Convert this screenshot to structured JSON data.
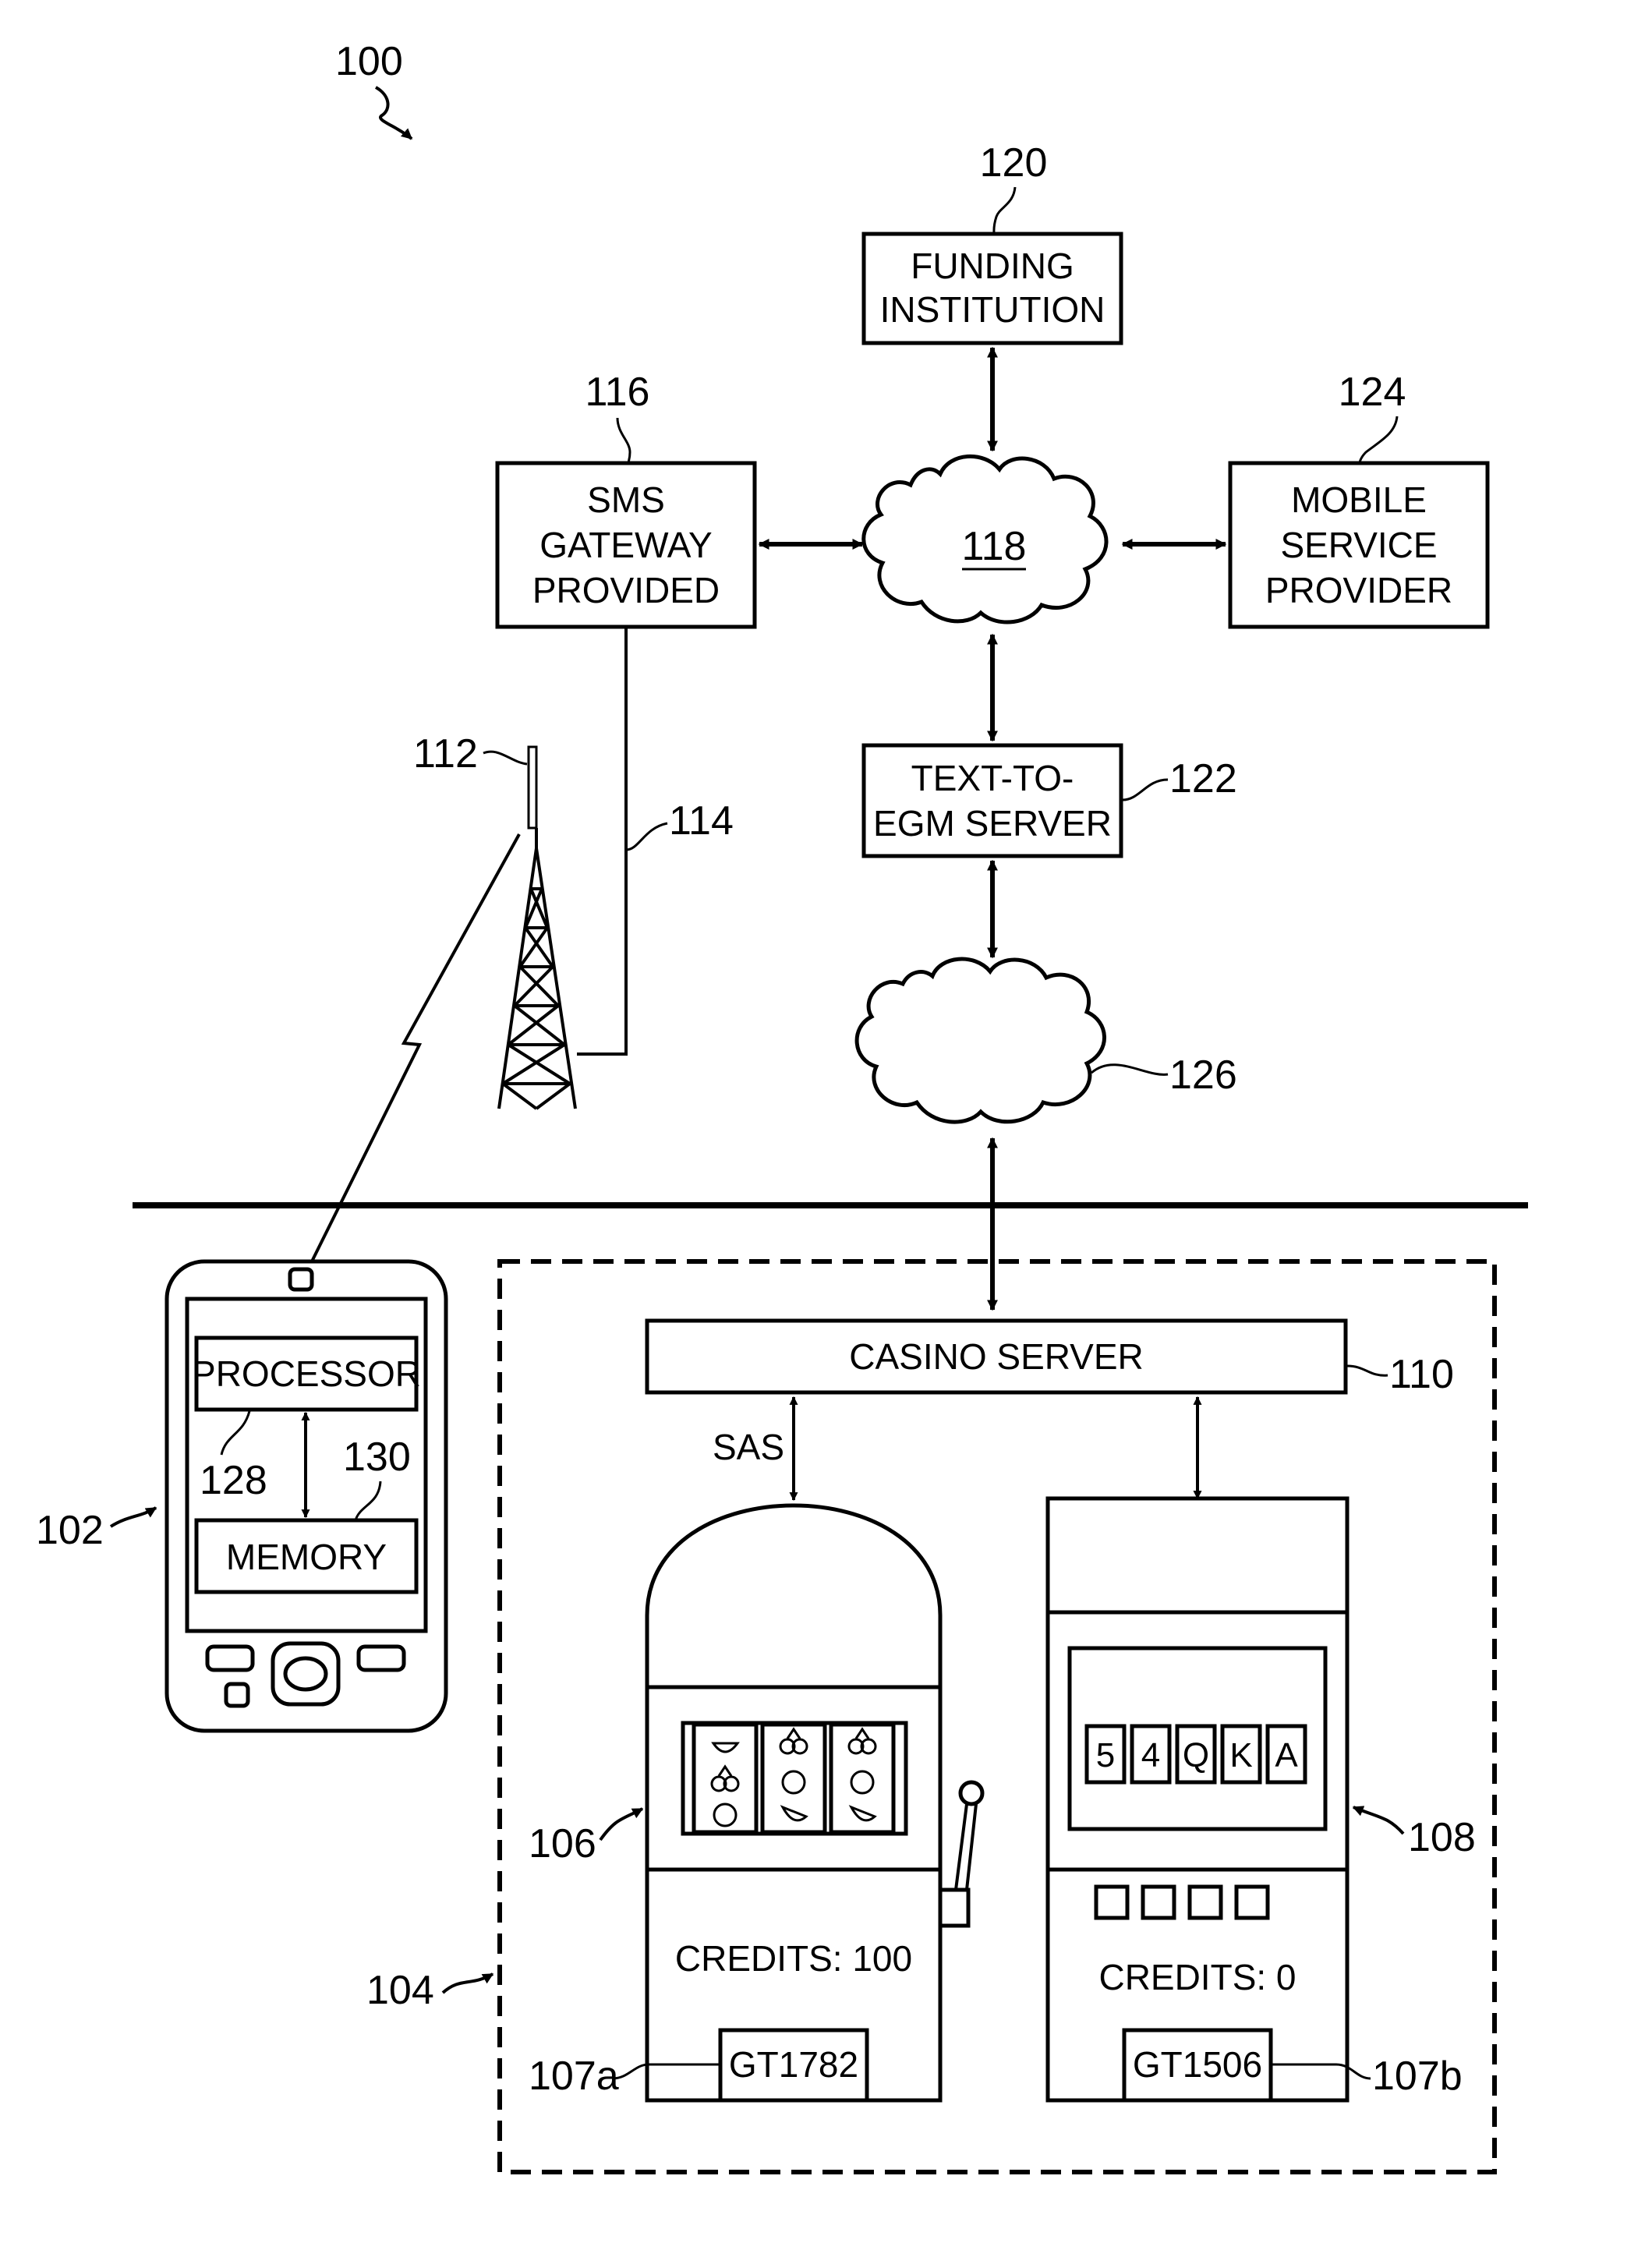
{
  "figure_ref": "100",
  "nodes": {
    "funding": {
      "ref": "120",
      "lines": [
        "FUNDING",
        "INSTITUTION"
      ]
    },
    "sms": {
      "ref": "116",
      "lines": [
        "SMS",
        "GATEWAY",
        "PROVIDED"
      ]
    },
    "network_118": {
      "ref": "118"
    },
    "mobile_provider": {
      "ref": "124",
      "lines": [
        "MOBILE",
        "SERVICE",
        "PROVIDER"
      ]
    },
    "text_to_egm": {
      "ref": "122",
      "lines": [
        "TEXT-TO-",
        "EGM SERVER"
      ]
    },
    "network_126": {
      "ref": "126"
    },
    "tower": {
      "ref": "112",
      "link_ref": "114"
    },
    "casino_server": {
      "ref": "110",
      "label": "CASINO SERVER",
      "protocol": "SAS"
    },
    "casino": {
      "ref": "104"
    },
    "mobile_device": {
      "ref": "102",
      "processor": "PROCESSOR",
      "processor_ref": "128",
      "memory": "MEMORY",
      "memory_ref": "130"
    },
    "slot_machine": {
      "ref": "106",
      "credits": "CREDITS: 100",
      "id": "GT1782",
      "id_ref": "107a"
    },
    "poker_machine": {
      "ref": "108",
      "credits": "CREDITS: 0",
      "id": "GT1506",
      "id_ref": "107b",
      "cards": [
        "5",
        "4",
        "Q",
        "K",
        "A"
      ]
    }
  }
}
